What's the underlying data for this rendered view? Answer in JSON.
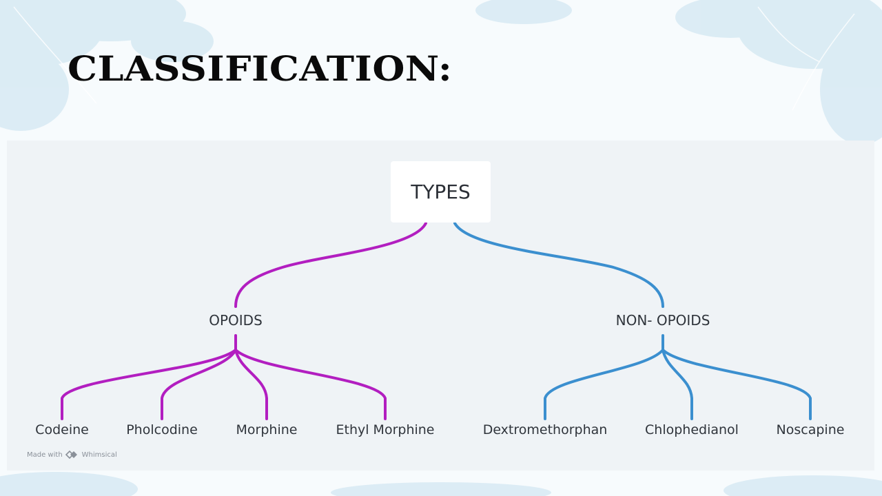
{
  "slide": {
    "title": "CLASSIFICATION:"
  },
  "diagram": {
    "root": "TYPES",
    "branches": [
      {
        "label": "OPOIDS",
        "color": "#b21ec0",
        "children": [
          "Codeine",
          "Pholcodine",
          "Morphine",
          "Ethyl Morphine"
        ]
      },
      {
        "label": "NON- OPOIDS",
        "color": "#3b8fcf",
        "children": [
          "Dextromethorphan",
          "Chlophedianol",
          "Noscapine"
        ]
      }
    ]
  },
  "credit": {
    "prefix": "Made with",
    "brand": "Whimsical"
  },
  "colors": {
    "panel": "#eff3f6",
    "decoration": "#a9d2e6"
  }
}
